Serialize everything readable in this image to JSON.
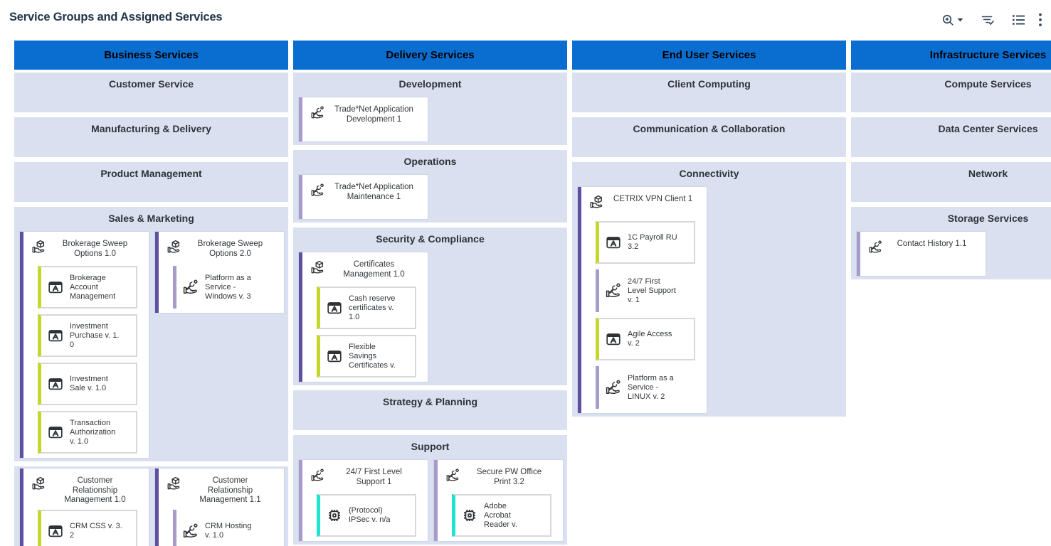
{
  "page": {
    "title": "Service Groups and Assigned Services"
  },
  "toolbar": {
    "buttons": [
      {
        "name": "zoom-menu"
      },
      {
        "name": "filter"
      },
      {
        "name": "list-view"
      },
      {
        "name": "overflow-menu"
      }
    ]
  },
  "colors": {
    "header_blue": "#0a6ed1",
    "section_bg": "#dbe0f0",
    "purple_dark": "#5e50a0",
    "purple_light": "#a79bcb",
    "lime": "#c3d82b",
    "teal": "#1fe2cf"
  },
  "columns": [
    {
      "title": "Business Services",
      "sections": [
        {
          "title": "Customer Service",
          "cards": []
        },
        {
          "title": "Manufacturing & Delivery",
          "cards": []
        },
        {
          "title": "Product Management",
          "cards": []
        },
        {
          "title": "Sales & Marketing",
          "cards": [
            {
              "title": "Brokerage Sweep\nOptions 1.0",
              "icon": "service-box",
              "accent": "purple_dark",
              "children": [
                {
                  "title": "Brokerage\nAccount\nManagement",
                  "icon": "application",
                  "accent": "lime"
                },
                {
                  "title": "Investment\nPurchase v. 1.\n0",
                  "icon": "application",
                  "accent": "lime"
                },
                {
                  "title": "Investment\nSale v. 1.0",
                  "icon": "application",
                  "accent": "lime"
                },
                {
                  "title": "Transaction\nAuthorization\nv. 1.0",
                  "icon": "application",
                  "accent": "lime"
                }
              ]
            },
            {
              "title": "Brokerage Sweep\nOptions 2.0",
              "icon": "service-box",
              "accent": "purple_dark",
              "children": [
                {
                  "title": "Platform as a\nService -\nWindows v. 3",
                  "icon": "service-wrench",
                  "accent": "purple_light"
                }
              ]
            }
          ]
        },
        {
          "title": "",
          "cards": [
            {
              "title": "Customer\nRelationship\nManagement 1.0",
              "icon": "service-box",
              "accent": "purple_dark",
              "children": [
                {
                  "title": "CRM CSS v. 3.\n2",
                  "icon": "application",
                  "accent": "lime"
                }
              ]
            },
            {
              "title": "Customer\nRelationship\nManagement 1.1",
              "icon": "service-box",
              "accent": "purple_dark",
              "children": [
                {
                  "title": "CRM Hosting\nv. 1.0",
                  "icon": "service-wrench",
                  "accent": "purple_light"
                }
              ]
            }
          ]
        }
      ]
    },
    {
      "title": "Delivery Services",
      "sections": [
        {
          "title": "Development",
          "cards": [
            {
              "title": "Trade*Net Application\nDevelopment 1",
              "icon": "service-wrench",
              "accent": "purple_light",
              "children": []
            }
          ]
        },
        {
          "title": "Operations",
          "cards": [
            {
              "title": "Trade*Net Application\nMaintenance 1",
              "icon": "service-wrench",
              "accent": "purple_light",
              "children": []
            }
          ]
        },
        {
          "title": "Security & Compliance",
          "cards": [
            {
              "title": "Certificates\nManagement 1.0",
              "icon": "service-box",
              "accent": "purple_dark",
              "children": [
                {
                  "title": "Cash reserve\ncertificates v.\n1.0",
                  "icon": "application",
                  "accent": "lime"
                },
                {
                  "title": "Flexible\nSavings\nCertificates v.",
                  "icon": "application",
                  "accent": "lime"
                }
              ]
            }
          ]
        },
        {
          "title": "Strategy & Planning",
          "cards": []
        },
        {
          "title": "Support",
          "cards": [
            {
              "title": "24/7 First Level\nSupport 1",
              "icon": "service-wrench",
              "accent": "purple_light",
              "children": [
                {
                  "title": "(Protocol)\nIPSec v. n/a",
                  "icon": "chip",
                  "accent": "teal"
                }
              ]
            },
            {
              "title": "Secure PW Office\nPrint 3.2",
              "icon": "service-wrench",
              "accent": "purple_light",
              "children": [
                {
                  "title": "Adobe\nAcrobat\nReader v.",
                  "icon": "chip",
                  "accent": "teal"
                }
              ]
            }
          ]
        }
      ]
    },
    {
      "title": "End User Services",
      "sections": [
        {
          "title": "Client Computing",
          "cards": []
        },
        {
          "title": "Communication & Collaboration",
          "cards": []
        },
        {
          "title": "Connectivity",
          "cards": [
            {
              "title": "CETRIX VPN Client 1",
              "icon": "service-box",
              "accent": "purple_dark",
              "children": [
                {
                  "title": "1C Payroll RU\n3.2",
                  "icon": "application",
                  "accent": "lime"
                },
                {
                  "title": "24/7 First\nLevel Support\nv. 1",
                  "icon": "service-wrench",
                  "accent": "purple_light"
                },
                {
                  "title": "Agile Access\nv. 2",
                  "icon": "application",
                  "accent": "lime"
                },
                {
                  "title": "Platform as a\nService -\nLINUX v. 2",
                  "icon": "service-wrench",
                  "accent": "purple_light"
                }
              ]
            }
          ]
        }
      ]
    },
    {
      "title": "Infrastructure Services",
      "sections": [
        {
          "title": "Compute Services",
          "cards": []
        },
        {
          "title": "Data Center Services",
          "cards": []
        },
        {
          "title": "Network",
          "cards": []
        },
        {
          "title": "Storage Services",
          "cards": [
            {
              "title": "Contact History 1.1",
              "icon": "service-wrench",
              "accent": "purple_light",
              "children": []
            }
          ]
        }
      ]
    }
  ]
}
